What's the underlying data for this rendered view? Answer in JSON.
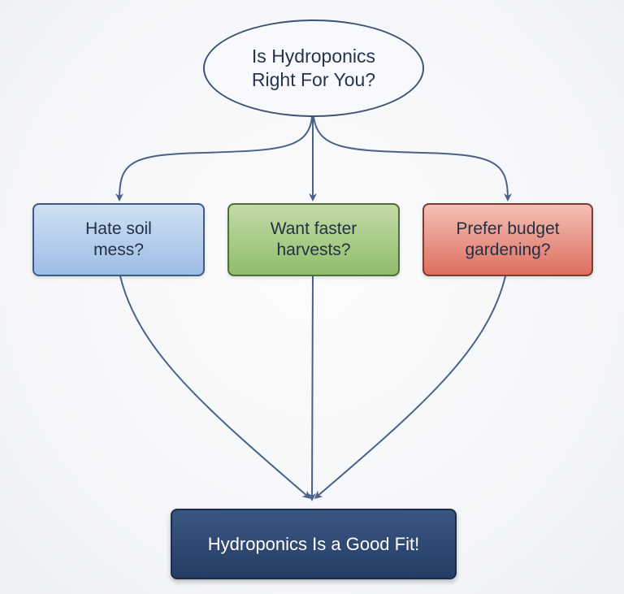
{
  "diagram": {
    "start": {
      "label": "Is Hydroponics\nRight For You?"
    },
    "questions": [
      {
        "label": "Hate soil\nmess?",
        "color": "#9dbde6"
      },
      {
        "label": "Want faster\nharvests?",
        "color": "#8fbd6a"
      },
      {
        "label": "Prefer budget\ngardening?",
        "color": "#de6f5f"
      }
    ],
    "result": {
      "label": "Hydroponics Is a Good Fit!",
      "color": "#2e4874"
    },
    "edges": [
      {
        "from": "start",
        "to": "question-1"
      },
      {
        "from": "start",
        "to": "question-2"
      },
      {
        "from": "start",
        "to": "question-3"
      },
      {
        "from": "question-1",
        "to": "result"
      },
      {
        "from": "question-2",
        "to": "result"
      },
      {
        "from": "question-3",
        "to": "result"
      }
    ],
    "line_color": "#4a628a"
  }
}
